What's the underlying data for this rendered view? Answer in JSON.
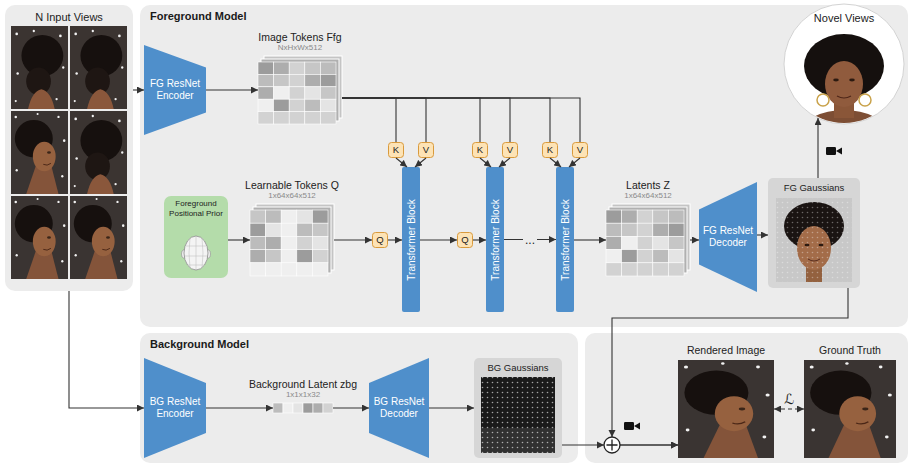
{
  "diagram": {
    "nodes": [
      {
        "text": [
          "N Input Views"
        ]
      },
      {
        "text": [
          "Foreground Model"
        ]
      },
      {
        "text": [
          "FG ResNet Encoder"
        ],
        "in": 1
      },
      {
        "text": [
          "Image Tokens Ffg",
          "NxHxWx512"
        ],
        "in": 1
      },
      {
        "text": [
          "Foreground Positional Prior"
        ],
        "in": 1
      },
      {
        "text": [
          "Learnable Tokens Q",
          "1x64x64x512"
        ],
        "in": 1
      },
      {
        "text": [
          "K"
        ],
        "in": 1
      },
      {
        "text": [
          "V"
        ],
        "in": 1
      },
      {
        "text": [
          "Q"
        ],
        "in": 1
      },
      {
        "text": [
          "Transformer Block"
        ],
        "in": 1
      },
      {
        "text": [
          "K"
        ],
        "in": 1
      },
      {
        "text": [
          "V"
        ],
        "in": 1
      },
      {
        "text": [
          "Q"
        ],
        "in": 1
      },
      {
        "text": [
          "Transformer Block"
        ],
        "in": 1
      },
      {
        "text": [
          "K"
        ],
        "in": 1
      },
      {
        "text": [
          "V"
        ],
        "in": 1
      },
      {
        "text": [
          "Transformer Block"
        ],
        "in": 1
      },
      {
        "text": [
          "Latents Z",
          "1x64x64x512"
        ],
        "in": 1
      },
      {
        "text": [
          "FG ResNet Decoder"
        ],
        "in": 1
      },
      {
        "text": [
          "FG Gaussians"
        ],
        "in": 1
      },
      {
        "text": [
          "Novel Views"
        ]
      },
      {
        "text": [
          "Background Model"
        ]
      },
      {
        "text": [
          "BG ResNet Encoder"
        ],
        "in": 21
      },
      {
        "text": [
          "Background Latent zbg",
          "1x1x1x32"
        ],
        "in": 21
      },
      {
        "text": [
          "BG ResNet Decoder"
        ],
        "in": 21
      },
      {
        "text": [
          "BG Gaussians"
        ],
        "in": 21
      },
      {
        "text": [
          "Rendered Image"
        ]
      },
      {
        "text": [
          "Ground Truth"
        ]
      }
    ],
    "edges": [
      {
        "from": 0,
        "to": 2,
        "arrow": "to"
      },
      {
        "from": 2,
        "to": 3,
        "arrow": "to"
      },
      {
        "from": 3,
        "to": 6,
        "arrow": "none"
      },
      {
        "from": 3,
        "to": 7,
        "arrow": "none"
      },
      {
        "from": 3,
        "to": 10,
        "arrow": "none"
      },
      {
        "from": 3,
        "to": 11,
        "arrow": "none"
      },
      {
        "from": 3,
        "to": 14,
        "arrow": "none"
      },
      {
        "from": 3,
        "to": 15,
        "arrow": "none"
      },
      {
        "from": 6,
        "to": 9,
        "arrow": "to"
      },
      {
        "from": 7,
        "to": 9,
        "arrow": "to"
      },
      {
        "from": 10,
        "to": 13,
        "arrow": "to"
      },
      {
        "from": 11,
        "to": 13,
        "arrow": "to"
      },
      {
        "from": 14,
        "to": 16,
        "arrow": "to"
      },
      {
        "from": 15,
        "to": 16,
        "arrow": "to"
      },
      {
        "from": 4,
        "to": 5,
        "arrow": "to"
      },
      {
        "from": 5,
        "to": 8,
        "arrow": "to"
      },
      {
        "from": 8,
        "to": 9,
        "arrow": "to"
      },
      {
        "from": 9,
        "to": 12,
        "arrow": "to"
      },
      {
        "from": 12,
        "to": 13,
        "arrow": "to"
      },
      {
        "from": 13,
        "to": 16,
        "label": "...",
        "arrow": "to"
      },
      {
        "from": 16,
        "to": 17,
        "arrow": "to"
      },
      {
        "from": 17,
        "to": 18,
        "arrow": "to"
      },
      {
        "from": 18,
        "to": 19,
        "arrow": "to"
      },
      {
        "from": 19,
        "to": 20,
        "arrow": "to"
      },
      {
        "from": 19,
        "to": 26,
        "arrow": "to"
      },
      {
        "from": 0,
        "to": 22,
        "arrow": "to"
      },
      {
        "from": 22,
        "to": 23,
        "arrow": "to"
      },
      {
        "from": 23,
        "to": 24,
        "arrow": "to"
      },
      {
        "from": 24,
        "to": 25,
        "arrow": "to"
      },
      {
        "from": 25,
        "to": 26,
        "arrow": "to"
      },
      {
        "from": 26,
        "to": 27,
        "label": "ℒ",
        "arrow": "both"
      }
    ]
  }
}
